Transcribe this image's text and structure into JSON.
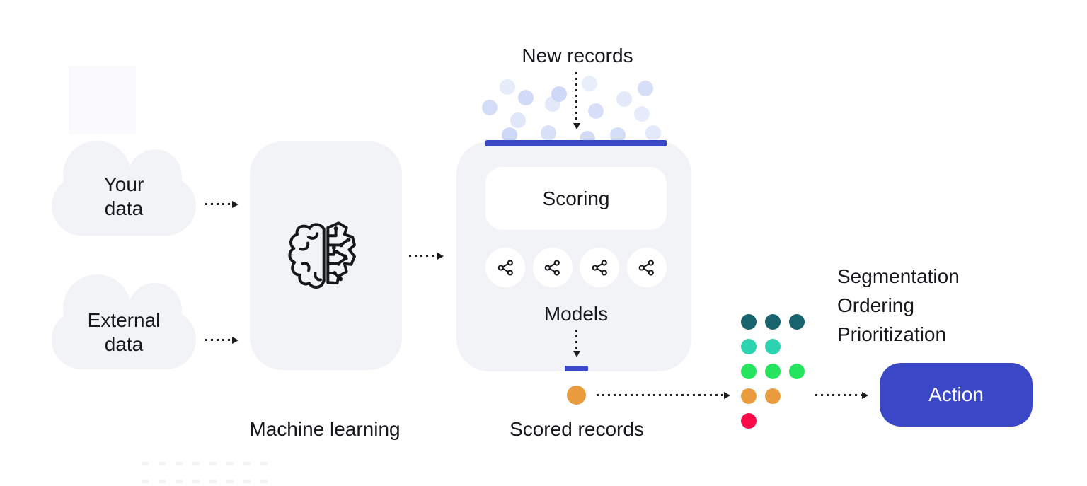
{
  "colors": {
    "accent_blue": "#3A47C7",
    "box_gray": "#F2F3F6",
    "text_dark": "#17181D",
    "arrow": "#1A1B1E",
    "scatter_dot": "#C9D4F6",
    "white": "#FFFFFF"
  },
  "clouds": [
    {
      "label": "Your\ndata"
    },
    {
      "label": "External\ndata"
    }
  ],
  "machine_learning": {
    "label": "Machine learning",
    "icon": "brain-circuit-icon"
  },
  "new_records": {
    "label": "New records",
    "dot_color": "#C9D4F6",
    "scatter_dots": [
      [
        717,
        123,
        0.45
      ],
      [
        692,
        152,
        0.8
      ],
      [
        743,
        138,
        0.85
      ],
      [
        732,
        170,
        0.55
      ],
      [
        720,
        191,
        0.9
      ],
      [
        790,
        133,
        0.9
      ],
      [
        781,
        147,
        0.5
      ],
      [
        775,
        188,
        0.7
      ],
      [
        833,
        118,
        0.4
      ],
      [
        842,
        157,
        0.75
      ],
      [
        830,
        196,
        0.85
      ],
      [
        882,
        140,
        0.5
      ],
      [
        912,
        125,
        0.75
      ],
      [
        907,
        161,
        0.45
      ],
      [
        873,
        191,
        0.8
      ],
      [
        923,
        188,
        0.5
      ]
    ]
  },
  "scoring": {
    "title": "Scoring",
    "models_label": "Models",
    "model_count": 4,
    "model_icon": "share-icon"
  },
  "scored_records": {
    "label": "Scored records",
    "dot_color": "#E99C3E"
  },
  "segmentation": {
    "labels": [
      "Segmentation",
      "Ordering",
      "Prioritization"
    ]
  },
  "dot_grid": {
    "rows": [
      {
        "color": "#17646E",
        "count": 3
      },
      {
        "color": "#2BD3B0",
        "count": 2
      },
      {
        "color": "#25E55F",
        "count": 3
      },
      {
        "color": "#E99C3E",
        "count": 2
      },
      {
        "color": "#F70B48",
        "count": 1
      }
    ]
  },
  "action": {
    "label": "Action",
    "bg": "#3A47C7"
  }
}
